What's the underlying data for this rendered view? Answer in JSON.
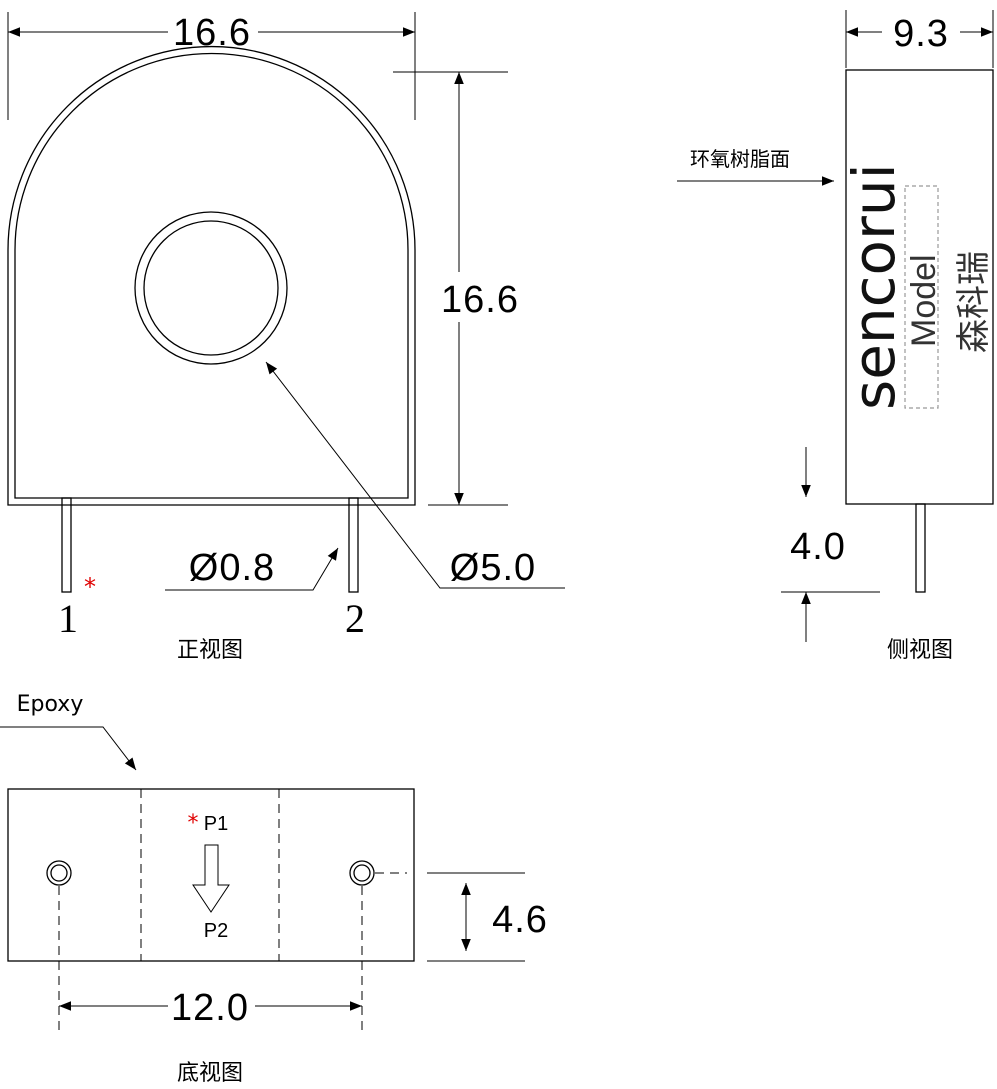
{
  "front_view": {
    "width_dim": "16.6",
    "height_dim": "16.6",
    "pin_dia": "Ø0.8",
    "hole_dia": "Ø5.0",
    "pin1": "1",
    "pin2": "2",
    "star": "*",
    "caption": "正视图"
  },
  "side_view": {
    "width_dim": "9.3",
    "epoxy_label": "环氧树脂面",
    "brand": "sencorui",
    "model": "Model",
    "brand_cn": "森科瑞",
    "pin_len_dim": "4.0",
    "caption": "侧视图"
  },
  "bottom_view": {
    "epoxy_label": "Epoxy",
    "star": "*",
    "p1": "P1",
    "p2": "P2",
    "height_dim": "4.6",
    "pitch_dim": "12.0",
    "caption": "底视图"
  }
}
